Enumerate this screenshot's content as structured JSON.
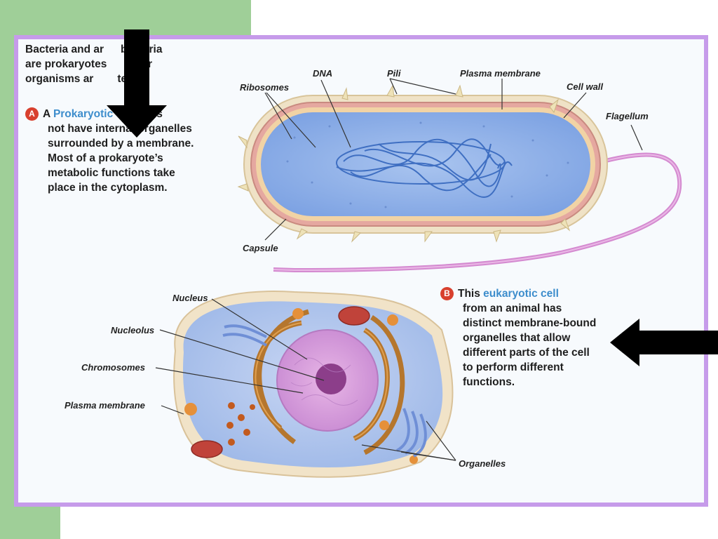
{
  "intro": {
    "line1": "Bacteria and ar",
    "line1b": "bacteria",
    "line2": "are prokaryotes",
    "line2b": "other",
    "line3": "organisms ar",
    "line3b": "tes."
  },
  "panel_a": {
    "badge": "A",
    "pre": "A ",
    "highlight": "Prokaryotic cell",
    "post": " does",
    "lines": [
      "not have internal organelles",
      "surrounded by a membrane.",
      "Most of a prokaryote’s",
      "metabolic functions take",
      "place in the cytoplasm."
    ]
  },
  "panel_b": {
    "badge": "B",
    "pre": "This ",
    "highlight": "eukaryotic cell",
    "lines": [
      "from an animal has",
      "distinct membrane-bound",
      "organelles that allow",
      "different parts of the cell",
      "to perform different",
      "functions."
    ]
  },
  "labels": {
    "ribosomes": "Ribosomes",
    "dna": "DNA",
    "pili": "Pili",
    "plasma_membrane_top": "Plasma membrane",
    "cell_wall": "Cell wall",
    "flagellum": "Flagellum",
    "capsule": "Capsule",
    "nucleus": "Nucleus",
    "nucleolus": "Nucleolus",
    "chromosomes": "Chromosomes",
    "plasma_membrane_bottom": "Plasma membrane",
    "organelles": "Organelles"
  },
  "colors": {
    "accent_blue": "#3d8dcc",
    "frame": "#c69bea",
    "background_band": "#9fcf98",
    "badge_red": "#d8402e"
  },
  "icons": [
    "down-arrow-icon",
    "left-arrow-icon"
  ]
}
